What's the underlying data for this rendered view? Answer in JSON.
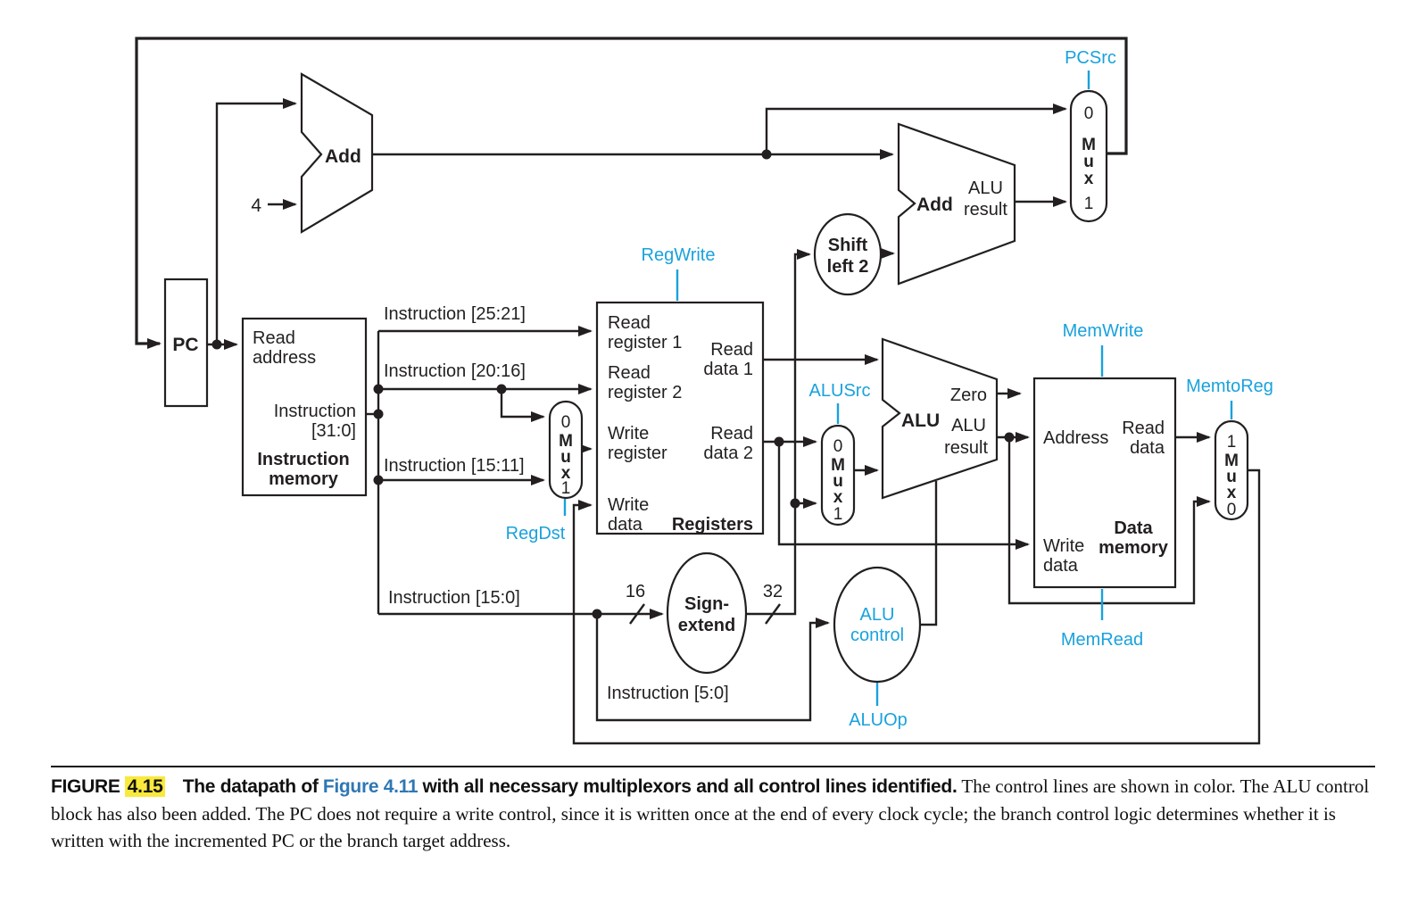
{
  "colors": {
    "control_line": "#19a2dc",
    "figure_link": "#2e77b5",
    "highlight": "#f9e93d",
    "ink": "#231f20"
  },
  "blocks": {
    "pc": "PC",
    "const_four": "4",
    "imem": {
      "read_address_l1": "Read",
      "read_address_l2": "address",
      "out_l1": "Instruction",
      "out_l2": "[31:0]",
      "title_l1": "Instruction",
      "title_l2": "memory"
    },
    "add_pc4": "Add",
    "add_branch": {
      "label": "Add",
      "out_l1": "ALU",
      "out_l2": "result"
    },
    "shift": {
      "l1": "Shift",
      "l2": "left 2"
    },
    "sign_extend": {
      "l1": "Sign-",
      "l2": "extend"
    },
    "alu_control": {
      "l1": "ALU",
      "l2": "control"
    },
    "alu": {
      "label": "ALU",
      "zero": "Zero",
      "result_l1": "ALU",
      "result_l2": "result"
    },
    "registers": {
      "title": "Registers",
      "rr1_l1": "Read",
      "rr1_l2": "register 1",
      "rr2_l1": "Read",
      "rr2_l2": "register 2",
      "wr_l1": "Write",
      "wr_l2": "register",
      "wd_l1": "Write",
      "wd_l2": "data",
      "rd1_l1": "Read",
      "rd1_l2": "data 1",
      "rd2_l1": "Read",
      "rd2_l2": "data 2"
    },
    "dmem": {
      "title_l1": "Data",
      "title_l2": "memory",
      "address": "Address",
      "rd_l1": "Read",
      "rd_l2": "data",
      "wd_l1": "Write",
      "wd_l2": "data"
    }
  },
  "muxes": {
    "regdst": [
      "0",
      "M",
      "u",
      "x",
      "1"
    ],
    "alusrc": [
      "0",
      "M",
      "u",
      "x",
      "1"
    ],
    "pcsrc": [
      "0",
      "M",
      "u",
      "x",
      "1"
    ],
    "memtoreg": [
      "1",
      "M",
      "u",
      "x",
      "0"
    ]
  },
  "signals": {
    "pcsrc": "PCSrc",
    "regwrite": "RegWrite",
    "regdst": "RegDst",
    "alusrc": "ALUSrc",
    "memwrite": "MemWrite",
    "memtoreg": "MemtoReg",
    "memread": "MemRead",
    "aluop": "ALUOp"
  },
  "wires": {
    "instr_25_21": "Instruction [25:21]",
    "instr_20_16": "Instruction [20:16]",
    "instr_15_11": "Instruction [15:11]",
    "instr_15_0": "Instruction [15:0]",
    "instr_5_0": "Instruction [5:0]",
    "width_16": "16",
    "width_32": "32"
  },
  "caption": {
    "figure_word": "FIGURE",
    "figure_number": "4.15",
    "bold_pre": "The datapath of",
    "figure_ref": "Figure 4.11",
    "bold_post": "with all necessary multiplexors and all control lines identified.",
    "body": "The control lines are shown in color. The ALU control block has also been added. The PC does not require a write control, since it is written once at the end of every clock cycle; the branch control logic determines whether it is written with the incremented PC or the branch target address."
  }
}
